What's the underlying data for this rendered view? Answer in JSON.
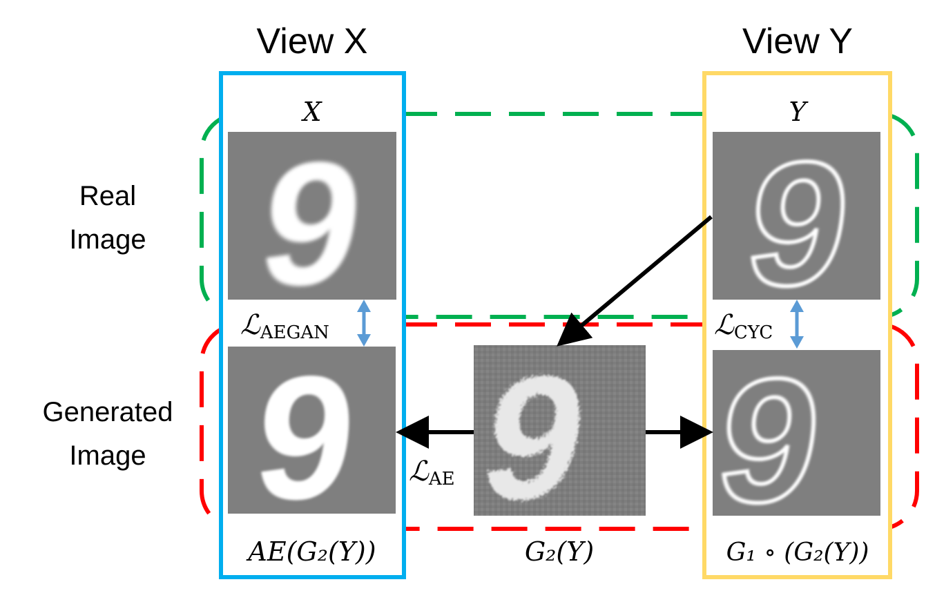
{
  "views": {
    "x_title": "View X",
    "y_title": "View Y"
  },
  "rows": {
    "real_line1": "Real",
    "real_line2": "Image",
    "generated_line1": "Generated",
    "generated_line2": "Image"
  },
  "images": {
    "x_real_label": "X",
    "y_real_label": "Y",
    "x_generated_caption": "AE(G₂(Y))",
    "middle_caption": "G₂(Y)",
    "y_generated_caption": "G₁ ∘ (G₂(Y))",
    "digit": "9"
  },
  "losses": {
    "aegan": {
      "script": "ℒ",
      "sub": "AEGAN"
    },
    "cyc": {
      "script": "ℒ",
      "sub": "CYC"
    },
    "ae": {
      "script": "ℒ",
      "sub": "AE"
    }
  },
  "colors": {
    "view_x_border": "#00AEEF",
    "view_y_border": "#FFD966",
    "real_region": "#00B050",
    "generated_region": "#FF0000",
    "loss_arrow": "#5B9BD5",
    "mapping_arrow": "#000000",
    "image_bg": "#7f7f7f",
    "digit": "#ffffff"
  }
}
